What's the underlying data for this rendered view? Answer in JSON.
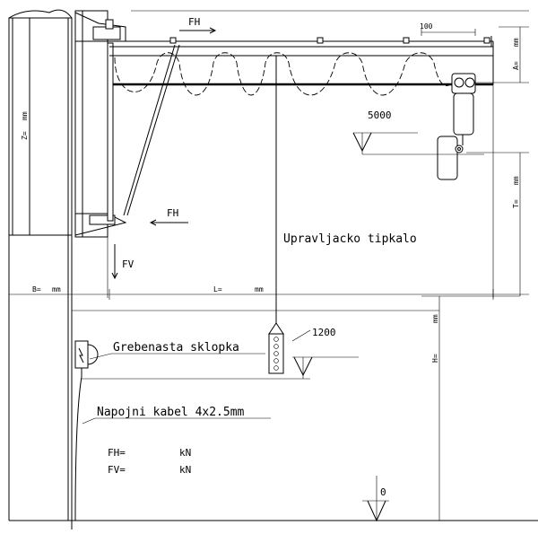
{
  "labels": {
    "fh_top": "FH",
    "fh_bottom": "FH",
    "fv": "FV",
    "z_dim": "Z=",
    "z_unit": "mm",
    "a_dim": "A=",
    "a_unit": "mm",
    "t_dim": "T=",
    "t_unit": "mm",
    "h_dim": "H=",
    "h_unit": "mm",
    "b_dim": "B=",
    "b_unit": "mm",
    "l_dim": "L=",
    "l_unit": "mm",
    "dim_100": "100",
    "level_5000": "5000",
    "level_1200": "1200",
    "level_0": "0",
    "control_pendant": "Upravljacko tipkalo",
    "cam_switch": "Grebenasta sklopka",
    "supply_cable": "Napojni kabel 4x2.5mm",
    "fh_value": "FH=",
    "fh_unit": "kN",
    "fv_value": "FV=",
    "fv_unit": "kN"
  }
}
